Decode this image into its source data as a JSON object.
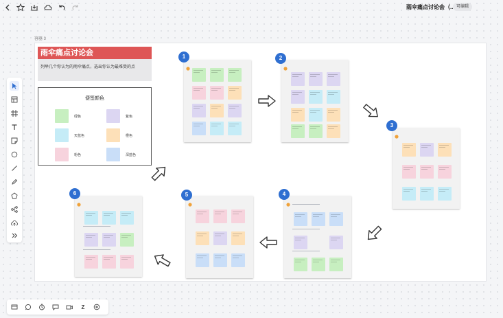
{
  "topbar": {
    "doc_title": "雨伞痛点讨论会（...",
    "edit_status": "可编辑",
    "icons": [
      "back-icon",
      "star-icon",
      "download-icon",
      "cloud-icon",
      "undo-icon",
      "redo-icon"
    ]
  },
  "canvas": {
    "frame_label": "容器 3",
    "title": "雨伞痛点讨论会",
    "subtitle": "列举几个你认为的雨伞痛点，选出你认为最难受的点"
  },
  "legend": {
    "title": "便签颜色",
    "items": [
      {
        "name": "绿色",
        "color": "#c7efc0"
      },
      {
        "name": "紫色",
        "color": "#dcd6f2"
      },
      {
        "name": "天蓝色",
        "color": "#c5ecf7"
      },
      {
        "name": "橙色",
        "color": "#fde0b8"
      },
      {
        "name": "粉色",
        "color": "#f7d3dd"
      },
      {
        "name": "深蓝色",
        "color": "#c9def8"
      }
    ]
  },
  "steps": [
    {
      "number": "1"
    },
    {
      "number": "2"
    },
    {
      "number": "3"
    },
    {
      "number": "4"
    },
    {
      "number": "5"
    },
    {
      "number": "6"
    }
  ],
  "toolbar": {
    "tools": [
      "select-tool",
      "template-tool",
      "frame-tool",
      "text-tool",
      "sticky-note-tool",
      "shape-tool",
      "line-tool",
      "pen-tool",
      "polygon-tool",
      "mindmap-tool",
      "upload-tool",
      "more-tool"
    ]
  },
  "bottombar": {
    "tools": [
      "minimap-icon",
      "comment-icon",
      "timer-icon",
      "chat-icon",
      "video-icon",
      "zoom-label",
      "add-icon"
    ],
    "zoom_text": "Z"
  },
  "colors": {
    "accent": "#2f6fd1",
    "title_banner": "#de5656"
  }
}
